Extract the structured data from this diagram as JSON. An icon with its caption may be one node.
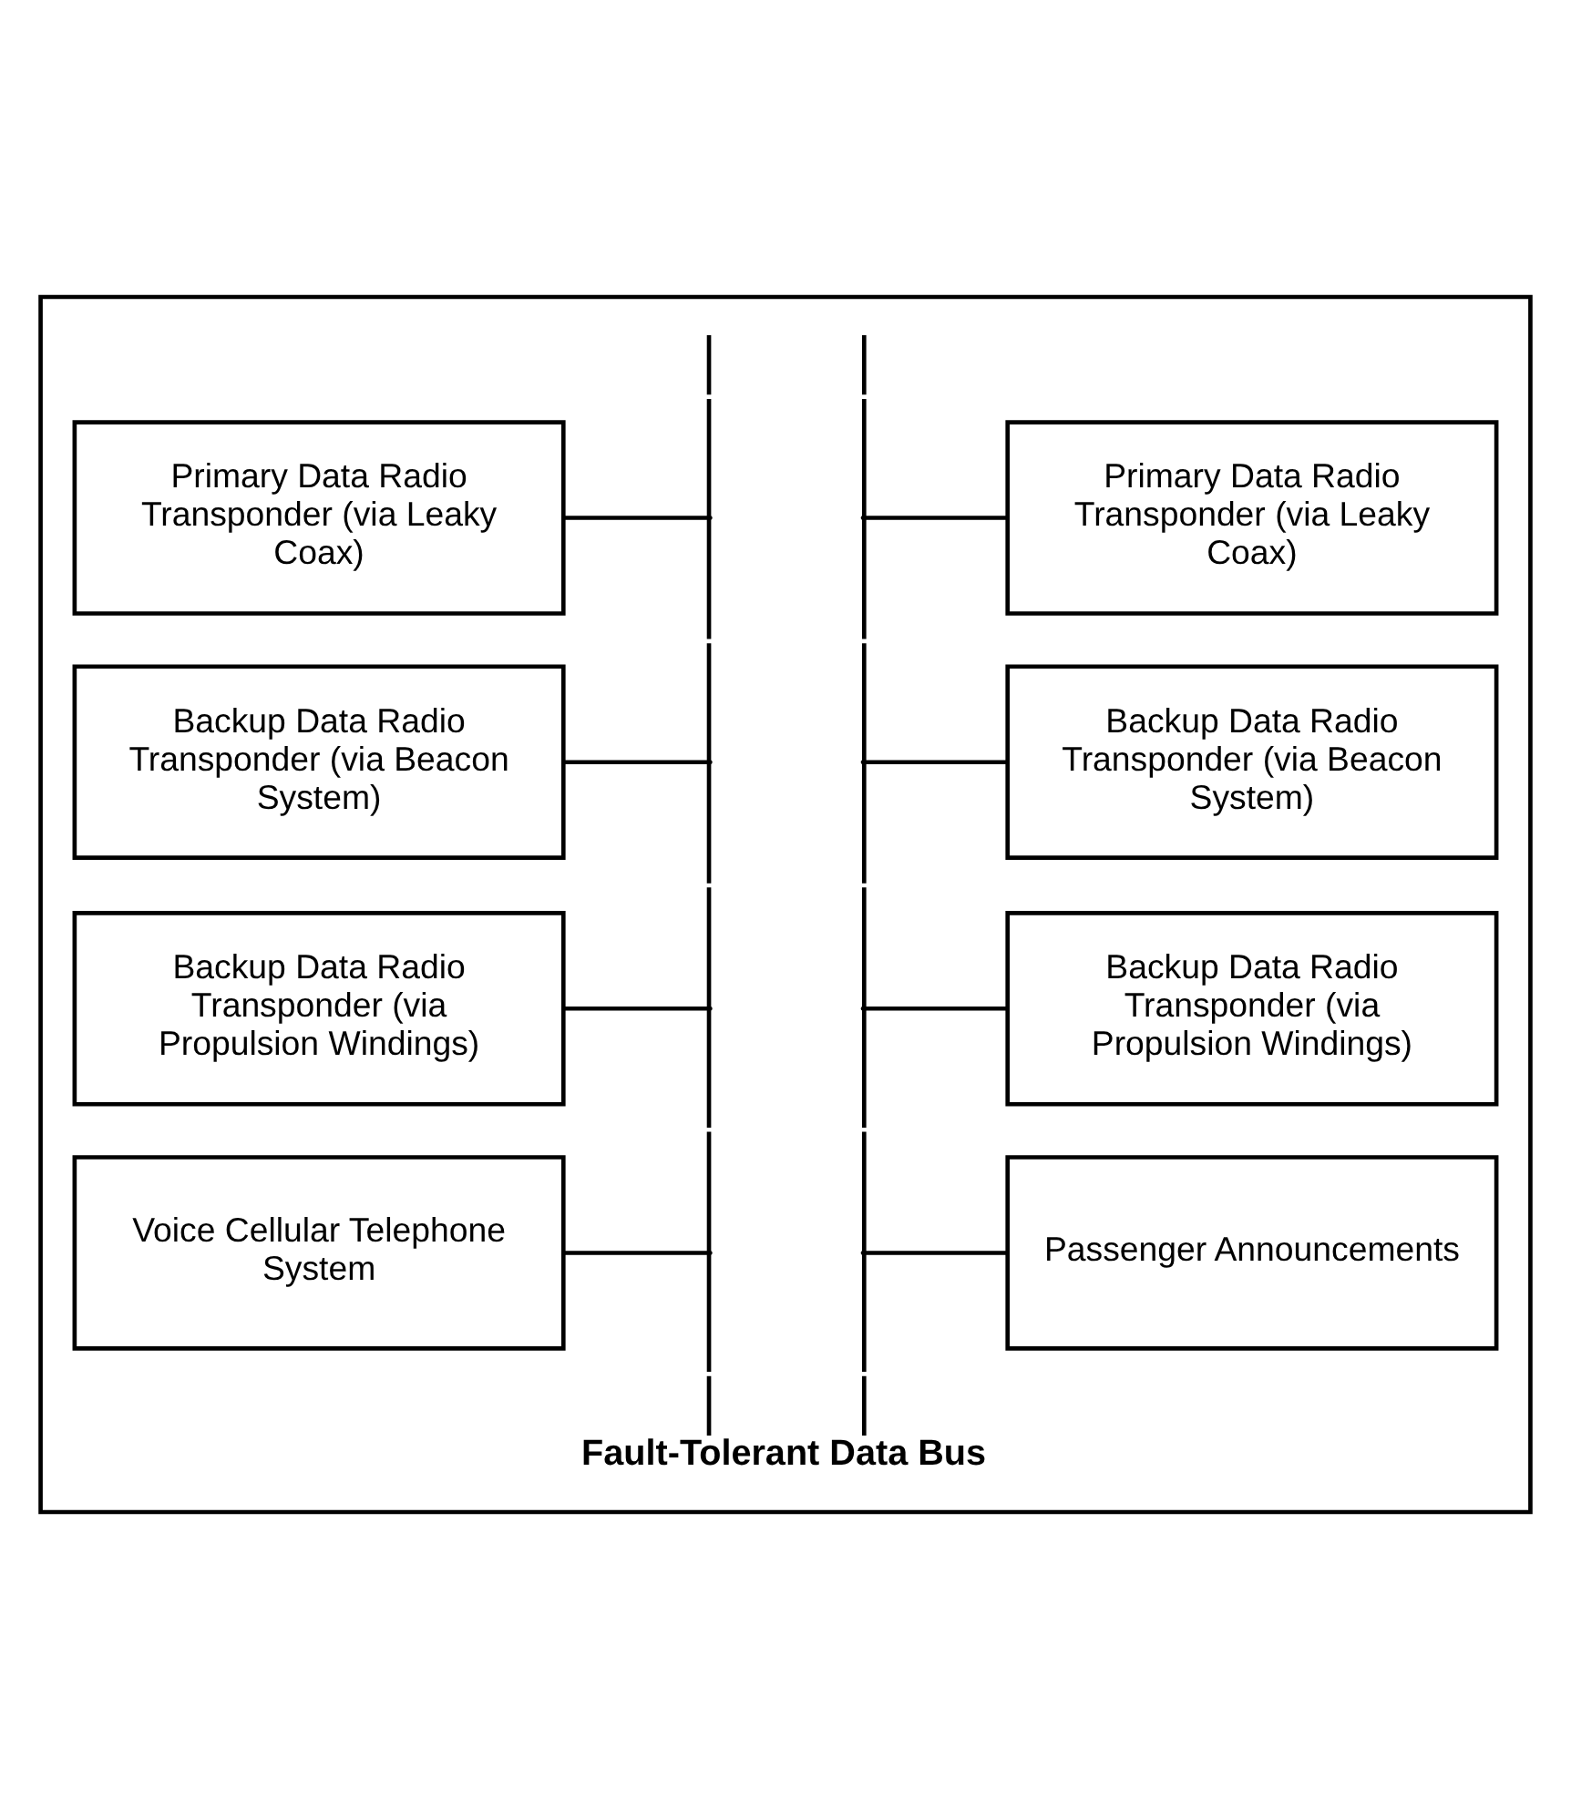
{
  "diagram": {
    "nodes": [
      {
        "text": [],
        "shape": "box"
      },
      {
        "text": [
          "Primary Data Radio Transponder (via Leaky Coax)"
        ],
        "in": 0
      },
      {
        "text": [
          "Primary Data Radio Transponder (via Leaky Coax)"
        ],
        "in": 0
      },
      {
        "text": [
          "Backup Data Radio Transponder (via Beacon System)"
        ],
        "in": 0
      },
      {
        "text": [
          "Backup Data Radio Transponder (via Beacon System)"
        ],
        "in": 0
      },
      {
        "text": [
          "Backup Data Radio Transponder (via Propulsion Windings)"
        ],
        "in": 0
      },
      {
        "text": [
          "Backup Data Radio Transponder (via Propulsion Windings)"
        ],
        "in": 0
      },
      {
        "text": [
          "Voice Cellular Telephone System"
        ],
        "in": 0
      },
      {
        "text": [
          "Passenger Announcements"
        ],
        "in": 0
      },
      {
        "text": [
          "Fault-Tolerant Data Bus"
        ],
        "in": 0
      }
    ],
    "edges": [
      {
        "from": 1,
        "to": 9,
        "arrow": "none"
      },
      {
        "from": 2,
        "to": 9,
        "arrow": "none"
      },
      {
        "from": 3,
        "to": 9,
        "arrow": "none"
      },
      {
        "from": 4,
        "to": 9,
        "arrow": "none"
      },
      {
        "from": 5,
        "to": 9,
        "arrow": "none"
      },
      {
        "from": 6,
        "to": 9,
        "arrow": "none"
      },
      {
        "from": 7,
        "to": 9,
        "arrow": "none"
      },
      {
        "from": 8,
        "to": 9,
        "arrow": "none"
      }
    ]
  }
}
